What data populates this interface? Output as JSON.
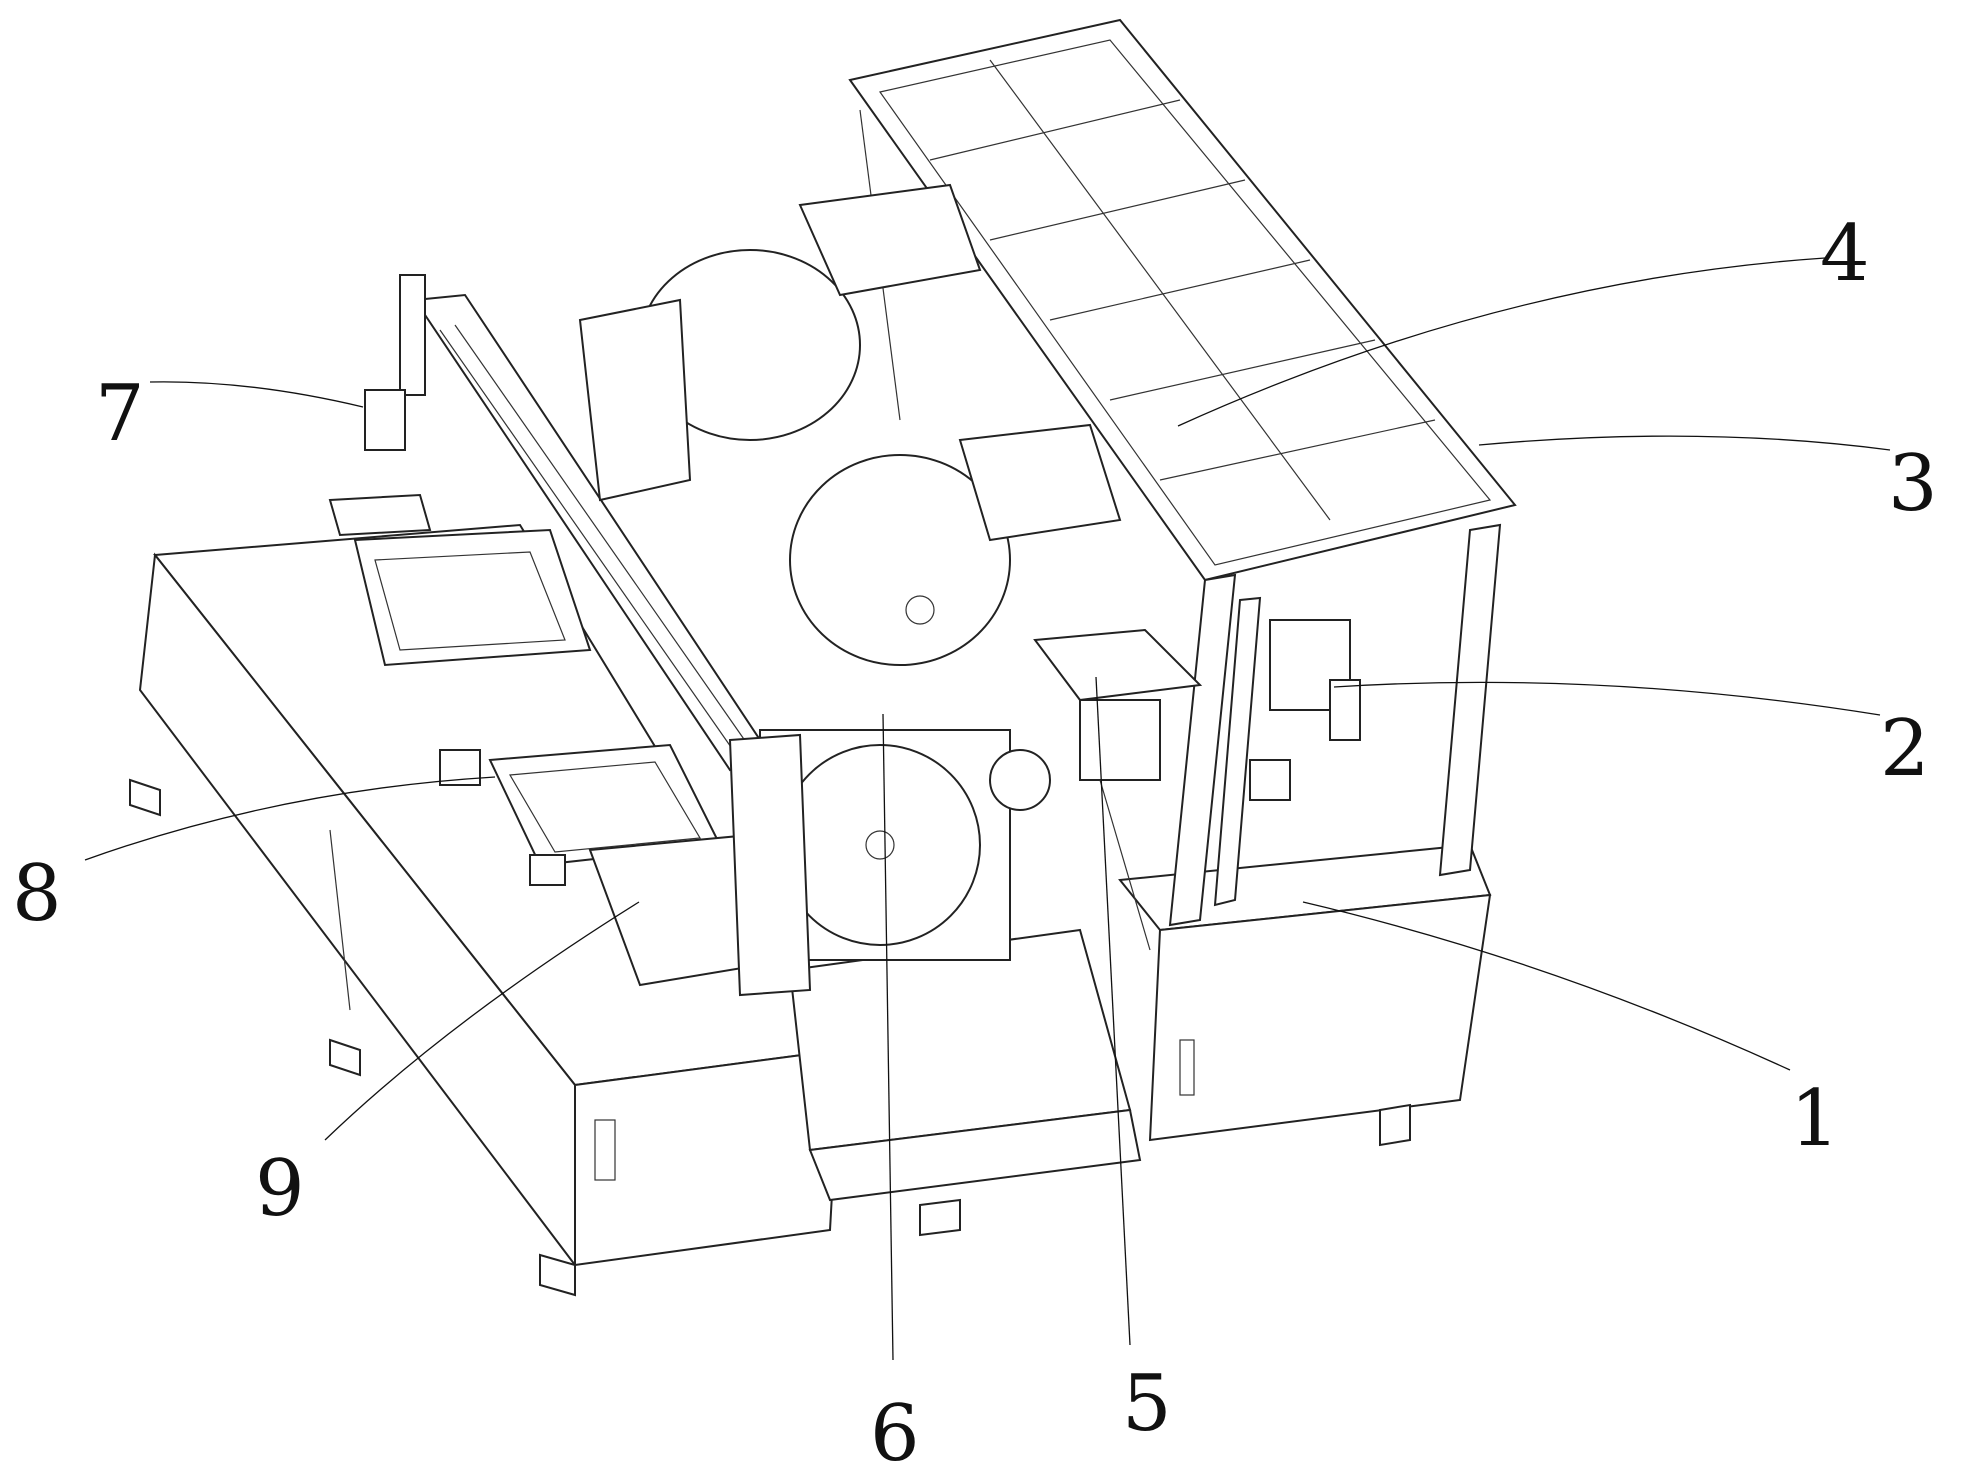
{
  "figure": {
    "type": "patent-perspective-drawing",
    "labels": [
      "1",
      "2",
      "3",
      "4",
      "5",
      "6",
      "7",
      "8",
      "9"
    ]
  }
}
